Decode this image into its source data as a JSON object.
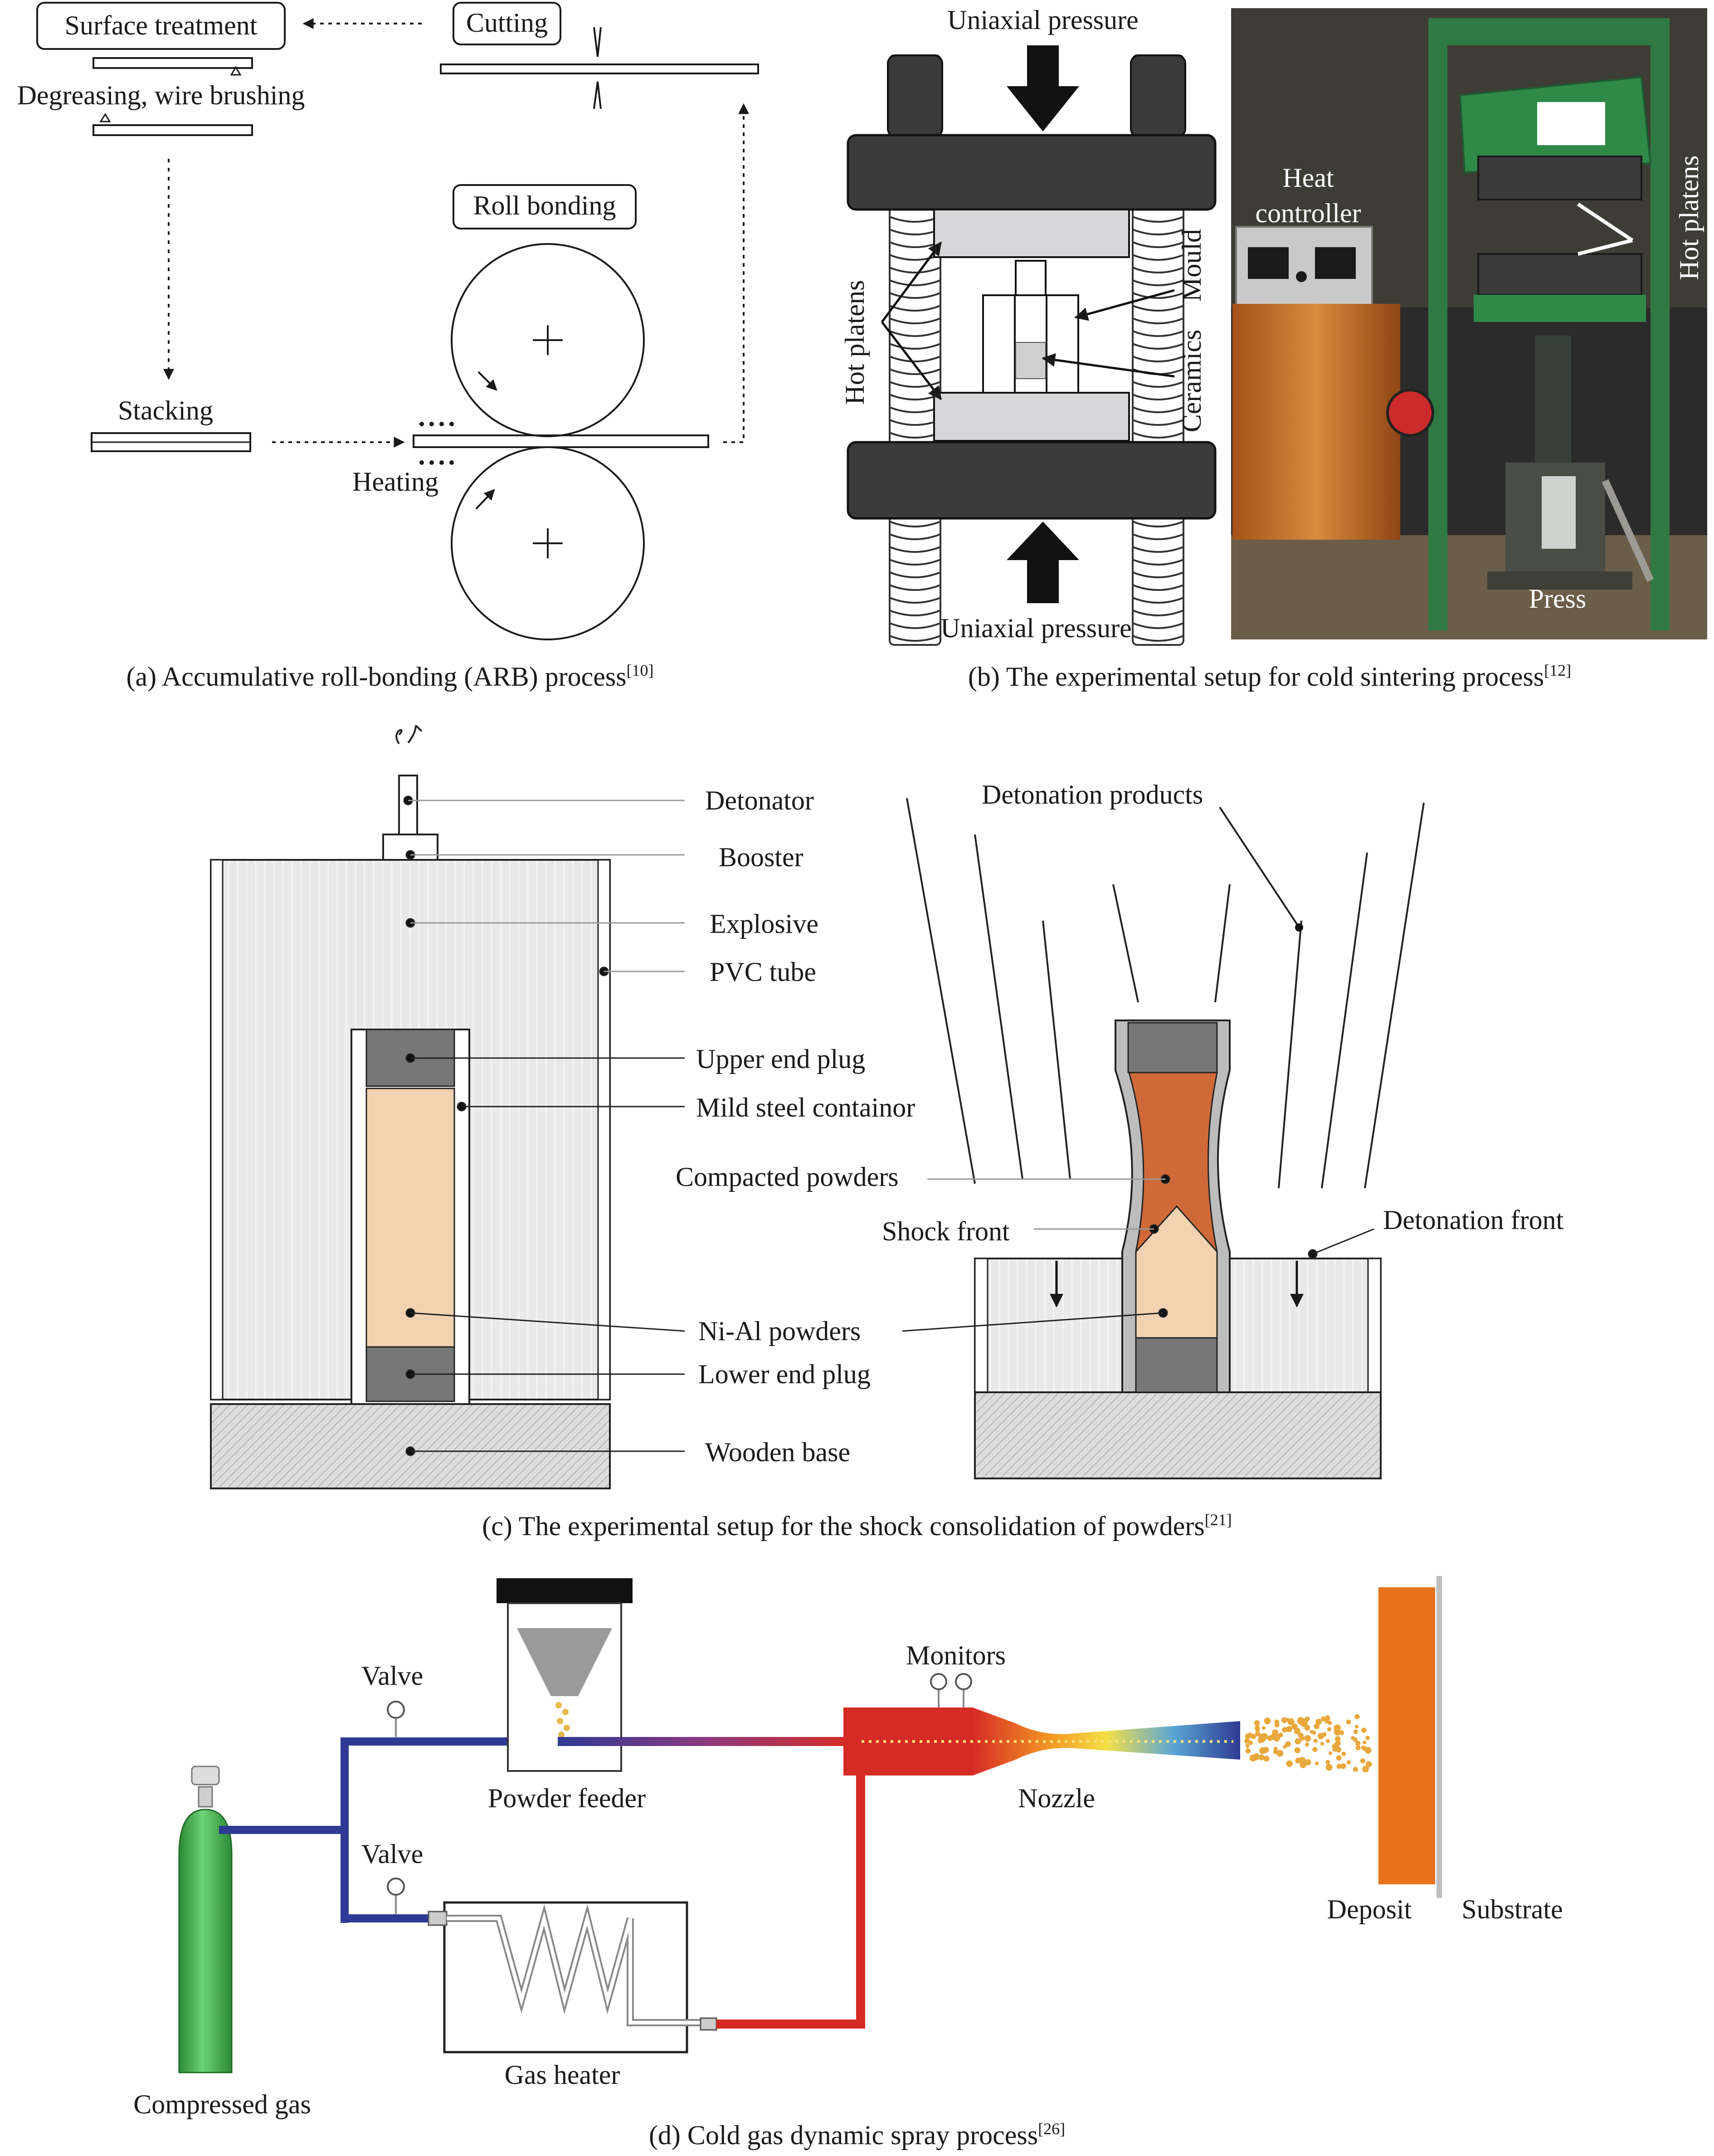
{
  "panel_a": {
    "surface_treatment": "Surface treatment",
    "cutting": "Cutting",
    "degreasing": "Degreasing, wire brushing",
    "roll_bonding": "Roll bonding",
    "stacking": "Stacking",
    "heating": "Heating",
    "caption": "(a) Accumulative roll-bonding (ARB) process",
    "caption_ref": "[10]"
  },
  "panel_b": {
    "uniaxial_top": "Uniaxial pressure",
    "uniaxial_bottom": "Uniaxial pressure",
    "hot_platens_left": "Hot platens",
    "mould": "Mould",
    "ceramics": "Ceramics",
    "heat": "Heat",
    "controller": "controller",
    "hot_platens_photo": "Hot platens",
    "press": "Press",
    "caption": "(b) The experimental setup for cold sintering process",
    "caption_ref": "[12]"
  },
  "panel_c": {
    "detonator": "Detonator",
    "booster": "Booster",
    "explosive": "Explosive",
    "pvc_tube": "PVC tube",
    "upper_end_plug": "Upper end plug",
    "mild_steel": "Mild steel containor",
    "compacted_powders": "Compacted powders",
    "shock_front": "Shock front",
    "ni_al": "Ni-Al powders",
    "lower_end_plug": "Lower end plug",
    "wooden_base": "Wooden base",
    "detonation_products": "Detonation products",
    "detonation_front": "Detonation front",
    "caption": "(c) The experimental setup for the shock consolidation of powders",
    "caption_ref": "[21]"
  },
  "panel_d": {
    "valve_top": "Valve",
    "valve_bottom": "Valve",
    "powder_feeder": "Powder feeder",
    "monitors": "Monitors",
    "nozzle": "Nozzle",
    "deposit": "Deposit",
    "substrate": "Substrate",
    "gas_heater": "Gas heater",
    "compressed_gas": "Compressed gas",
    "caption": "(d) Cold gas dynamic spray process",
    "caption_ref": "[26]"
  },
  "colors": {
    "gas_blue": "#2e3a93",
    "hot_red": "#d62b25",
    "cylinder_green": "#3aa845",
    "deposit_orange": "#e8731c",
    "powder_tan": "#f1d2b1",
    "compacted_orange": "#cf6a38"
  }
}
